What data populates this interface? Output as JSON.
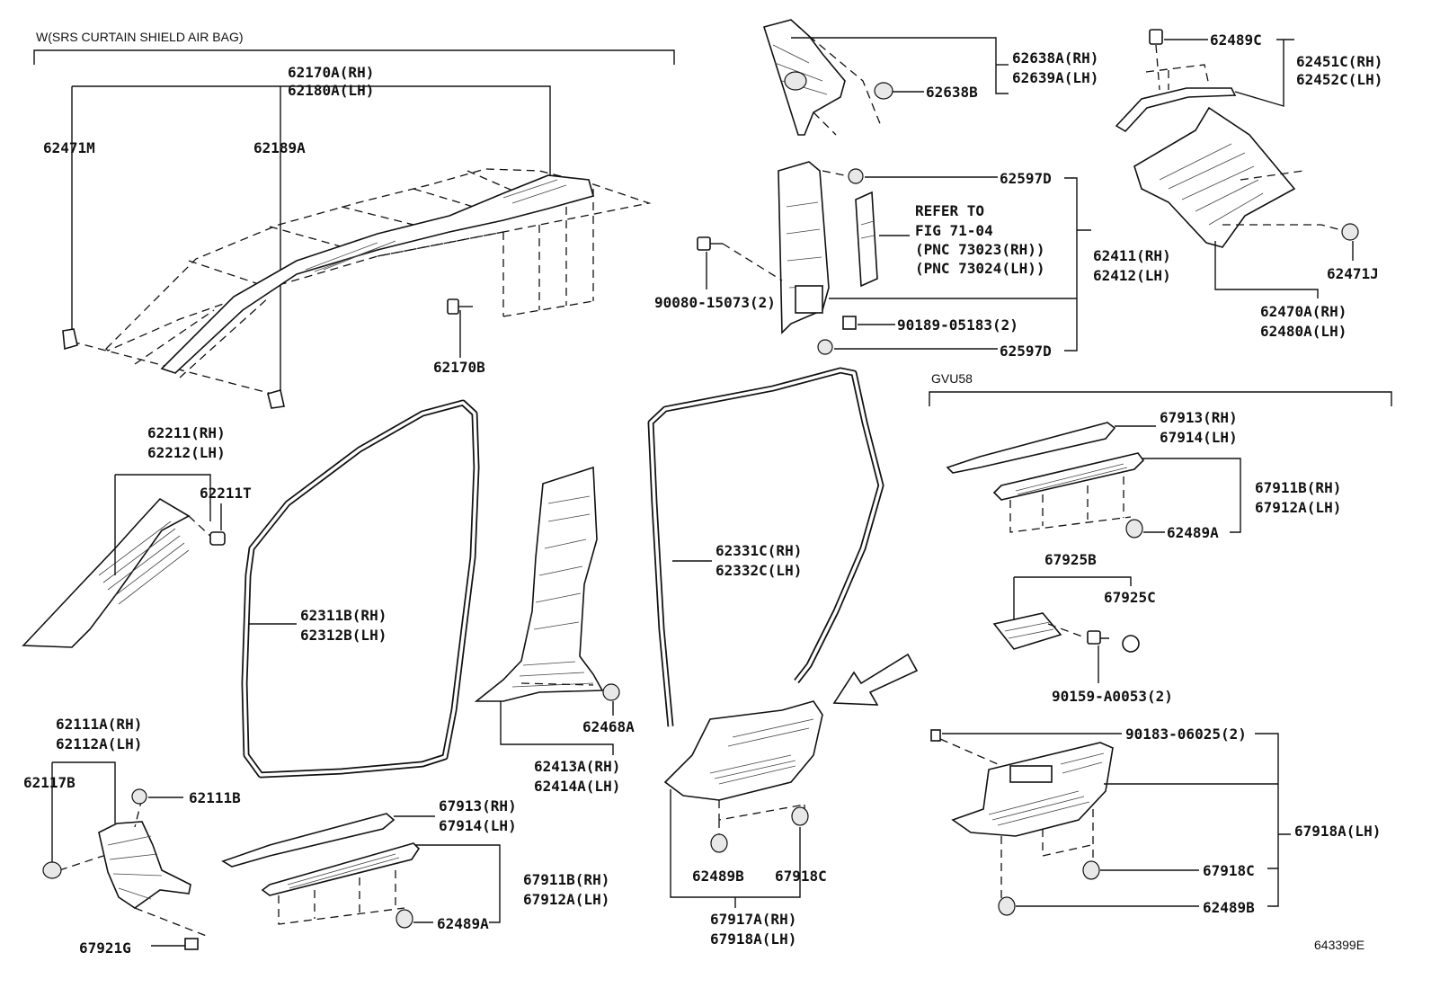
{
  "headers": {
    "curtain_airbag": "W(SRS CURTAIN SHIELD AIR BAG)",
    "gvu58": "GVU58"
  },
  "refer": {
    "line1": "REFER TO",
    "line2": "FIG 71-04",
    "line3": "(PNC 73023(RH))",
    "line4": "(PNC 73024(LH))"
  },
  "labels": {
    "p62170A": "62170A(RH)",
    "p62180A": "62180A(LH)",
    "p62471M": "62471M",
    "p62189A": "62189A",
    "p62170B": "62170B",
    "p62638A": "62638A(RH)",
    "p62639A": "62639A(LH)",
    "p62638B": "62638B",
    "p62489C": "62489C",
    "p62451C": "62451C(RH)",
    "p62452C": "62452C(LH)",
    "p62597D_top": "62597D",
    "p62597D_bot": "62597D",
    "p62411": "62411(RH)",
    "p62412": "62412(LH)",
    "p90080": "90080-15073(2)",
    "p90189": "90189-05183(2)",
    "p62471J": "62471J",
    "p62470A": "62470A(RH)",
    "p62480A": "62480A(LH)",
    "p62211": "62211(RH)",
    "p62212": "62212(LH)",
    "p62211T": "62211T",
    "p62311B": "62311B(RH)",
    "p62312B": "62312B(LH)",
    "p62331C": "62331C(RH)",
    "p62332C": "62332C(LH)",
    "p62468A": "62468A",
    "p62413A": "62413A(RH)",
    "p62414A": "62414A(LH)",
    "p62111A": "62111A(RH)",
    "p62112A": "62112A(LH)",
    "p62117B": "62117B",
    "p62111B": "62111B",
    "p67921G": "67921G",
    "p67913_mid": "67913(RH)",
    "p67914_mid": "67914(LH)",
    "p67911B_mid": "67911B(RH)",
    "p67912A_mid": "67912A(LH)",
    "p62489A_mid": "62489A",
    "p62489B_mid": "62489B",
    "p67918C_mid": "67918C",
    "p67917A": "67917A(RH)",
    "p67918A_mid": "67918A(LH)",
    "p67913_r": "67913(RH)",
    "p67914_r": "67914(LH)",
    "p67911B_r": "67911B(RH)",
    "p67912A_r": "67912A(LH)",
    "p62489A_r": "62489A",
    "p67925B": "67925B",
    "p67925C": "67925C",
    "p90159": "90159-A0053(2)",
    "p90183": "90183-06025(2)",
    "p67918A_r": "67918A(LH)",
    "p67918C_r": "67918C",
    "p62489B_r": "62489B"
  },
  "diagram_code": "643399E"
}
